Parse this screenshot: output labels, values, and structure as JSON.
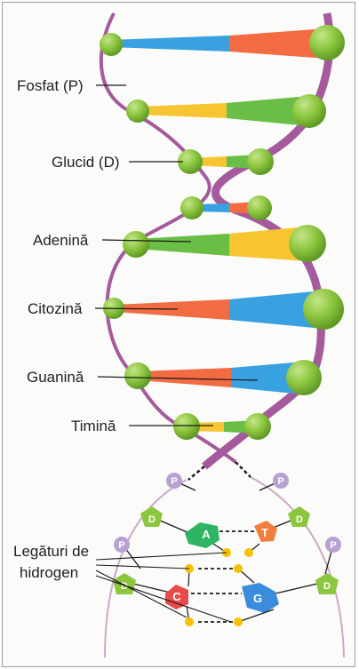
{
  "labels": {
    "phosphate": "Fosfat (P)",
    "sugar": "Glucid (D)",
    "adenine": "Adenină",
    "cytosine": "Citozină",
    "guanine": "Guanină",
    "thymine": "Timină",
    "hbonds_line1": "Legături de",
    "hbonds_line2": "hidrogen"
  },
  "molecule_symbols": {
    "phosphate": "P",
    "sugar": "D",
    "adenine": "A",
    "thymine": "T",
    "cytosine": "C",
    "guanine": "G"
  },
  "colors": {
    "backbone": "#a45a9c",
    "sugar_node": "#8cc63f",
    "adenine": "#6abd45",
    "thymine": "#f7c531",
    "cytosine": "#f26b43",
    "guanine": "#3aa1e0",
    "phosphate_circle": "#b8a2d1",
    "hydrogen": "#f5c000"
  }
}
